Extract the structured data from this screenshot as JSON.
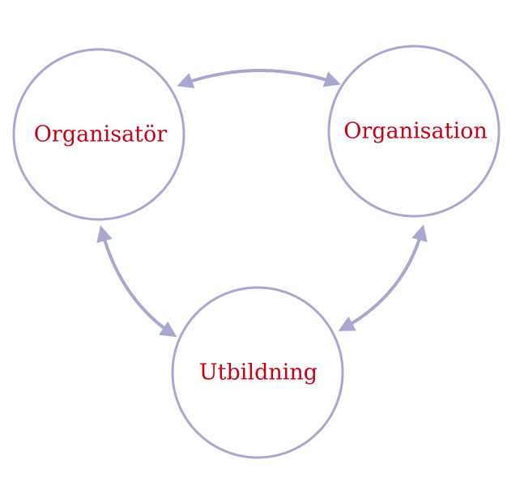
{
  "nodes": [
    {
      "id": "organisator",
      "label": "Organisatör"
    },
    {
      "id": "organisation",
      "label": "Organisation"
    },
    {
      "id": "utbildning",
      "label": "Utbildning"
    }
  ],
  "edges": [
    {
      "from": "organisator",
      "to": "organisation",
      "direction": "both"
    },
    {
      "from": "organisator",
      "to": "utbildning",
      "direction": "both"
    },
    {
      "from": "organisation",
      "to": "utbildning",
      "direction": "both"
    }
  ],
  "colors": {
    "stroke": "#a7a7cf",
    "label": "#c00014",
    "background": "#ffffff"
  }
}
